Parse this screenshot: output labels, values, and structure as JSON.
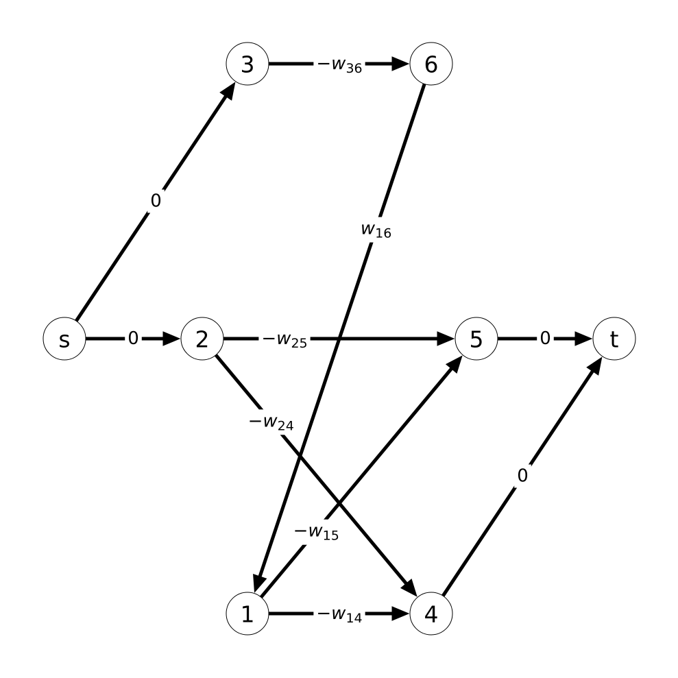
{
  "nodes": [
    {
      "id": "s",
      "label": "s"
    },
    {
      "id": "2",
      "label": "2"
    },
    {
      "id": "3",
      "label": "3"
    },
    {
      "id": "6",
      "label": "6"
    },
    {
      "id": "5",
      "label": "5"
    },
    {
      "id": "t",
      "label": "t"
    },
    {
      "id": "1",
      "label": "1"
    },
    {
      "id": "4",
      "label": "4"
    }
  ],
  "edges": [
    {
      "from": "s",
      "to": "3",
      "label": {
        "sign": "",
        "var": "",
        "sub": "",
        "text": "0"
      }
    },
    {
      "from": "s",
      "to": "2",
      "label": {
        "sign": "",
        "var": "",
        "sub": "",
        "text": "0"
      }
    },
    {
      "from": "3",
      "to": "6",
      "label": {
        "sign": "−",
        "var": "w",
        "sub": "36",
        "text": ""
      }
    },
    {
      "from": "6",
      "to": "1",
      "label": {
        "sign": "",
        "var": "w",
        "sub": "16",
        "text": ""
      }
    },
    {
      "from": "2",
      "to": "5",
      "label": {
        "sign": "−",
        "var": "w",
        "sub": "25",
        "text": ""
      }
    },
    {
      "from": "2",
      "to": "4",
      "label": {
        "sign": "−",
        "var": "w",
        "sub": "24",
        "text": ""
      }
    },
    {
      "from": "5",
      "to": "t",
      "label": {
        "sign": "",
        "var": "",
        "sub": "",
        "text": "0"
      }
    },
    {
      "from": "1",
      "to": "5",
      "label": {
        "sign": "−",
        "var": "w",
        "sub": "15",
        "text": ""
      }
    },
    {
      "from": "1",
      "to": "4",
      "label": {
        "sign": "−",
        "var": "w",
        "sub": "14",
        "text": ""
      }
    },
    {
      "from": "4",
      "to": "t",
      "label": {
        "sign": "",
        "var": "",
        "sub": "",
        "text": "0"
      }
    }
  ]
}
